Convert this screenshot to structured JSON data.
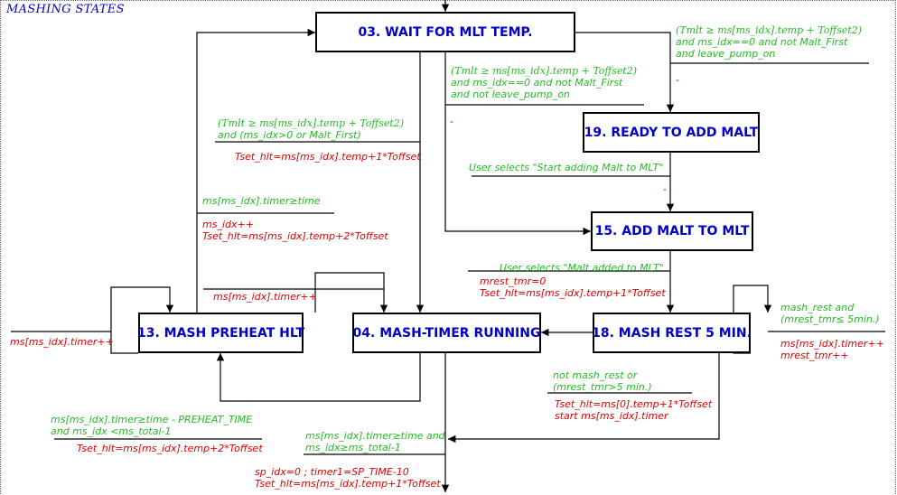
{
  "title": "MASHING STATES",
  "colors": {
    "state_text": "#0000c8",
    "condition": "#22bb22",
    "action": "#dd0000",
    "line": "#000000"
  },
  "states": {
    "s03": "03.  WAIT FOR MLT TEMP.",
    "s19": "19.  READY TO ADD MALT",
    "s15": "15.  ADD MALT TO MLT",
    "s13": "13.  MASH PREHEAT HLT",
    "s04": "04.  MASH-TIMER RUNNING",
    "s18": "18.  MASH REST 5 MIN."
  },
  "labels": {
    "t03_19_cond": [
      "(Tmlt ≥ ms[ms_idx].temp + Toffset2)",
      "and ms_idx==0 and not Malt_First",
      "and leave_pump_on"
    ],
    "t03_19_act": "-",
    "t03_15_cond": [
      "(Tmlt ≥ ms[ms_idx].temp + Toffset2)",
      "and ms_idx==0 and not Malt_First",
      "and not leave_pump_on"
    ],
    "t03_15_act": "-",
    "t03_04_cond": [
      "(Tmlt ≥ ms[ms_idx].temp + Toffset2)",
      "and (ms_idx>0 or Malt_First)"
    ],
    "t03_04_act": "Tset_hlt=ms[ms_idx].temp+1*Toffset",
    "t19_15_cond": "User selects \"Start adding Malt to MLT\"",
    "t19_15_act": "-",
    "t13_03_cond": "ms[ms_idx].timer≥time",
    "t13_03_act": [
      "ms_idx++",
      "Tset_hlt=ms[ms_idx].temp+2*Toffset"
    ],
    "t15_18_cond": "User selects \"Malt added to MLT\"",
    "t15_18_act": [
      "mrest_tmr=0",
      "Tset_hlt=ms[ms_idx].temp+1*Toffset"
    ],
    "t04_self_act": "ms[ms_idx].timer++",
    "t13_self_act": "ms[ms_idx].timer++",
    "t18_self_cond": [
      "mash_rest and",
      "(mrest_tmr≤ 5min.)"
    ],
    "t18_self_act": [
      "ms[ms_idx].timer++",
      "mrest_tmr++"
    ],
    "t18_04_cond": [
      "not mash_rest or",
      "(mrest_tmr>5 min.)"
    ],
    "t18_04_act": [
      "Tset_hlt=ms[0].temp+1*Toffset",
      "start ms[ms_idx].timer"
    ],
    "t04_13_cond": [
      "ms[ms_idx].timer≥time - PREHEAT_TIME",
      "and ms_idx <ms_total-1"
    ],
    "t04_13_act": "Tset_hlt=ms[ms_idx].temp+2*Toffset",
    "t04_end_cond": [
      "ms[ms_idx].timer≥time and",
      "ms_idx≥ms_total-1"
    ],
    "t04_end_act": [
      "sp_idx=0 ; timer1=SP_TIME-10",
      "Tset_hlt=ms[ms_idx].temp+1*Toffset"
    ]
  }
}
